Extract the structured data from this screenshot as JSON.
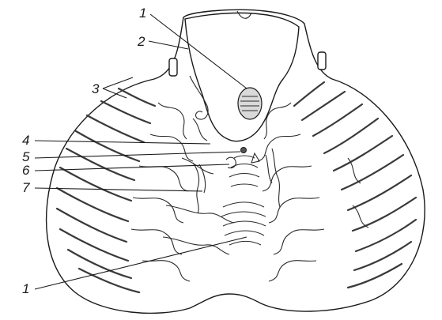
{
  "labels": {
    "l1_top": "1",
    "l2": "2",
    "l3": "3",
    "l4": "4",
    "l5": "5",
    "l6": "6",
    "l7": "7",
    "l1_bottom": "1"
  }
}
